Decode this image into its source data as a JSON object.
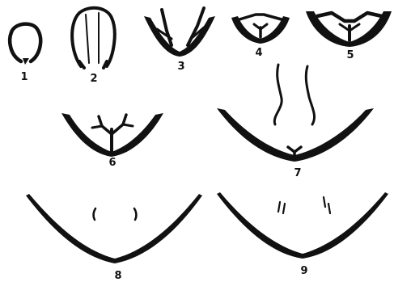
{
  "figures": [
    {
      "id": "1",
      "label": "1"
    },
    {
      "id": "2",
      "label": "2"
    },
    {
      "id": "3",
      "label": "3"
    },
    {
      "id": "4",
      "label": "4"
    },
    {
      "id": "5",
      "label": "5"
    },
    {
      "id": "6",
      "label": "6"
    },
    {
      "id": "7",
      "label": "7"
    },
    {
      "id": "8",
      "label": "8"
    },
    {
      "id": "9",
      "label": "9"
    }
  ],
  "colors": {
    "ink": "#111111",
    "background": "#ffffff"
  }
}
